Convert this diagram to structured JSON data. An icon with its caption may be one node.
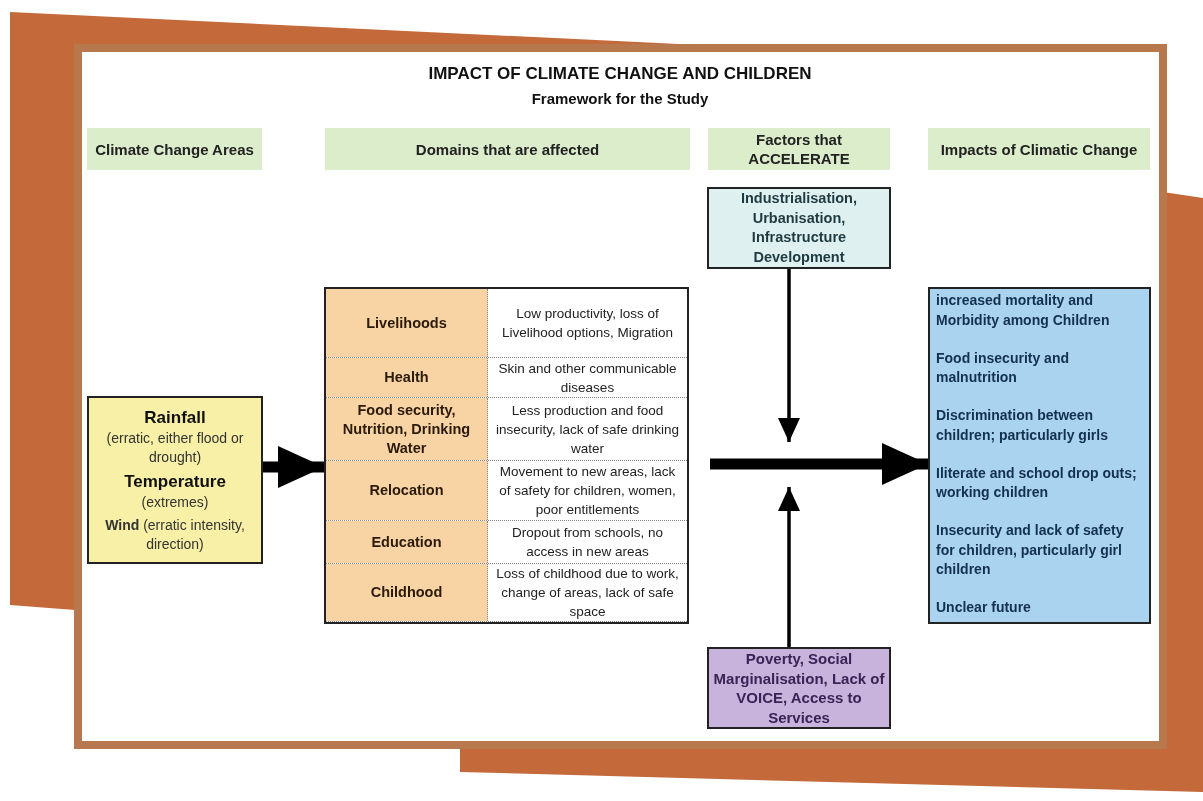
{
  "diagram": {
    "title": "IMPACT OF CLIMATE CHANGE AND CHILDREN",
    "caption": "Framework for the Study",
    "nodes": [
      {
        "text": [
          "Climate Change Areas"
        ]
      },
      {
        "text": [
          "Domains that are affected"
        ]
      },
      {
        "text": [
          "Factors that ACCELERATE"
        ]
      },
      {
        "text": [
          "Impacts of Climatic Change"
        ]
      },
      {
        "text": [
          "Rainfall",
          "(erratic, either flood or drought)",
          "Temperature",
          "(extremes)",
          "**Wind** (erratic intensity, direction)"
        ]
      },
      {
        "text": [],
        "shape": "box"
      },
      {
        "text": [
          "Livelihoods",
          "Low productivity, loss of Livelihood options, Migration"
        ],
        "in": 5
      },
      {
        "text": [
          "Health",
          "Skin and other communicable diseases"
        ],
        "in": 5
      },
      {
        "text": [
          "Food security, Nutrition, Drinking Water",
          "Less production and food insecurity, lack of safe drinking water"
        ],
        "in": 5
      },
      {
        "text": [
          "Relocation",
          "Movement to new areas, lack of safety for children, women, poor entitlements"
        ],
        "in": 5
      },
      {
        "text": [
          "Education",
          "Dropout from schools, no access in new areas"
        ],
        "in": 5
      },
      {
        "text": [
          "Childhood",
          "Loss of childhood due to work, change of areas, lack of safe space"
        ],
        "in": 5
      },
      {
        "text": [
          "Industrialisation, Urbanisation, Infrastructure Development"
        ]
      },
      {
        "text": [
          "Poverty, Social Marginalisation, Lack of VOICE, Access to Services"
        ]
      },
      {
        "text": [
          "increased mortality and Morbidity among Children",
          "Food insecurity and malnutrition",
          "Discrimination between children; particularly girls",
          "Iliterate and school drop outs; working children",
          "Insecurity and lack of safety for children, particularly girl children",
          "Unclear future"
        ]
      }
    ],
    "edges": [
      {
        "from": 4,
        "to": 5,
        "arrow": "to",
        "style": "thick"
      },
      {
        "from": null,
        "to": 14,
        "arrow": "to",
        "style": "thick"
      },
      {
        "from": 12,
        "to": null,
        "arrow": "to"
      },
      {
        "from": 13,
        "to": null,
        "arrow": "to"
      }
    ]
  }
}
